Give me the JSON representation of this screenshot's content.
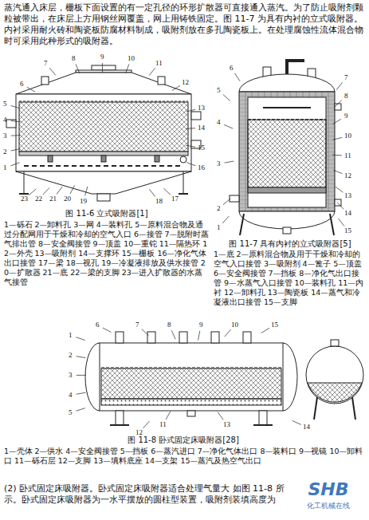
{
  "diagram": {
    "labels": [
      "蒸汽通入床层，栅板下面设置的有一定孔径的环形扩散器可直接通入蒸汽。为了防止吸附剂颗粒被带出，在床层上方用钢丝网覆盖，网上用铸铁固定。图 11-7 为具有内衬的立式吸附器。内衬采用耐火砖和陶瓷板防腐材料制成，吸附剂放在多孔陶瓷板上。在处理腐蚀性流体混合物时可采用此种形式的吸附器。",
      "图 11-6 立式吸附器[1]",
      "1—砾石 2—卸料孔 3—网 4—装料孔 5—原料混合物及通过分配网用于干燥和冷却的空气入口 6—接管 7—脱附时蒸气排出管 8—安全阀接管 9—顶盖 10—重铊 11—隔热环 12—外壳 13—吸附剂 14—支撑环 15—栅板 16—净化气体出口接管 17—梁 18—视孔 19—冷凝液排放及供水接管 20—扩散器 21—底 22—梁的支脚 23—进入扩散器的水蒸气接管",
      "图 11-7 具有内衬的立式吸附器[5]",
      "1—底 2—原料混合物及用于干燥和冷却的空气入口接管 3—吸附剂 4—篦子 5—顶盖 6—安全阀接管 7—挡板 8—净化气出口接管 9—水蒸气入口接管 10—装料孔 11—内衬 12—卸料孔 13—陶瓷板 14—蒸气和冷凝液出口接管 15—支脚",
      "图 11-8 卧式固定床吸附器[28]",
      "1—壳体 2—供水 4—安全阀接管 5—挡板 6—蒸汽进口 7—净化气体出口 8—装料口 9—视镜 10—卸料口 11—砾石层 12—支脚 13—填料底座 14—支架 15—蒸汽及热空气出口",
      "(2) 卧式固定床吸附器。卧式固定床吸附器适合处理气量大 如图 11-8 所示。卧式固定床吸附器为一水平摆放的圆柱型装置，吸附剂装填高度为",
      "SHB",
      "化工机械在线",
      "1",
      "2",
      "3",
      "4",
      "5",
      "6",
      "7",
      "8",
      "9",
      "10",
      "11",
      "12",
      "13",
      "14",
      "15",
      "16",
      "17",
      "18",
      "19",
      "20",
      "21",
      "22",
      "23",
      "1",
      "2",
      "3",
      "4",
      "5",
      "6",
      "7",
      "8",
      "9",
      "10",
      "11",
      "12",
      "13",
      "14",
      "15",
      "1",
      "2",
      "3",
      "4",
      "5",
      "6",
      "7",
      "8",
      "9",
      "10",
      "11",
      "12",
      "13",
      "14",
      "15"
    ]
  }
}
